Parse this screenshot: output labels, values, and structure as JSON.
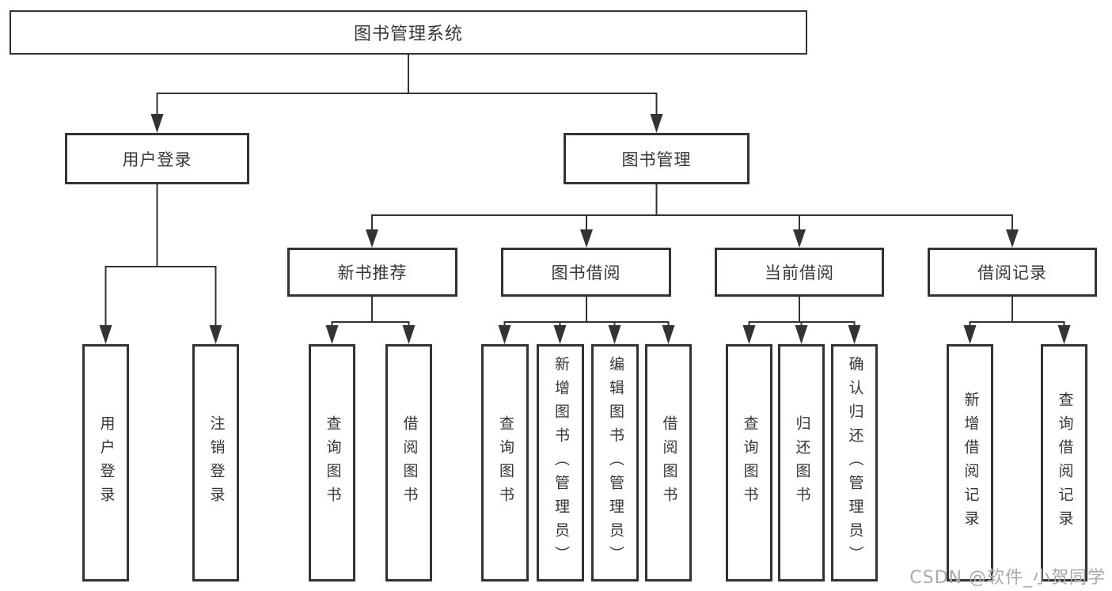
{
  "tree": {
    "root": "图书管理系统",
    "branches": [
      {
        "label": "用户登录",
        "children": [
          "用户登录",
          "注销登录"
        ]
      },
      {
        "label": "图书管理",
        "groups": [
          {
            "label": "新书推荐",
            "children": [
              "查询图书",
              "借阅图书"
            ]
          },
          {
            "label": "图书借阅",
            "children": [
              "查询图书",
              "新增图书（管理员）",
              "编辑图书（管理员）",
              "借阅图书"
            ]
          },
          {
            "label": "当前借阅",
            "children": [
              "查询图书",
              "归还图书",
              "确认归还（管理员）"
            ]
          },
          {
            "label": "借阅记录",
            "children": [
              "新增借阅记录",
              "查询借阅记录"
            ]
          }
        ]
      }
    ]
  },
  "watermark": {
    "text": "CSDN @软件_小贺同学"
  },
  "colors": {
    "line": "#333333",
    "border": "#333333",
    "text": "#363636",
    "watermark_text": "#a9a9a9",
    "background": "#ffffff"
  }
}
